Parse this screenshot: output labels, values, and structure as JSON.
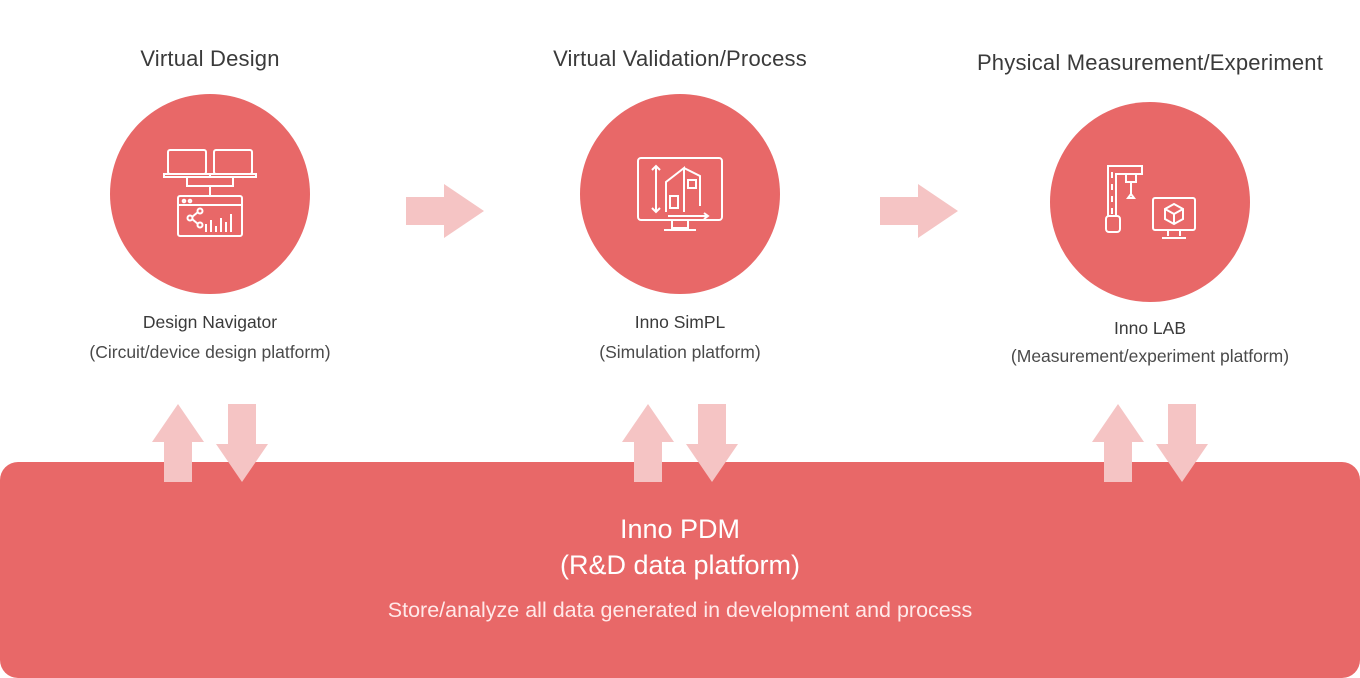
{
  "stages": [
    {
      "title": "Virtual Design",
      "name": "Design Navigator",
      "description": "(Circuit/device design platform)",
      "icon": "design-navigator-icon"
    },
    {
      "title": "Virtual Validation/Process",
      "name": "Inno SimPL",
      "description": "(Simulation platform)",
      "icon": "simulation-monitor-icon"
    },
    {
      "title": "Physical Measurement/Experiment",
      "name": "Inno LAB",
      "description": "(Measurement/experiment platform)",
      "icon": "lab-measurement-icon"
    }
  ],
  "platform": {
    "title_line1": "Inno PDM",
    "title_line2": "(R&D data platform)",
    "description": "Store/analyze all data generated in development and process"
  },
  "colors": {
    "accent": "#e86868",
    "arrow": "#f5c4c4",
    "text": "#3a3a3a"
  }
}
